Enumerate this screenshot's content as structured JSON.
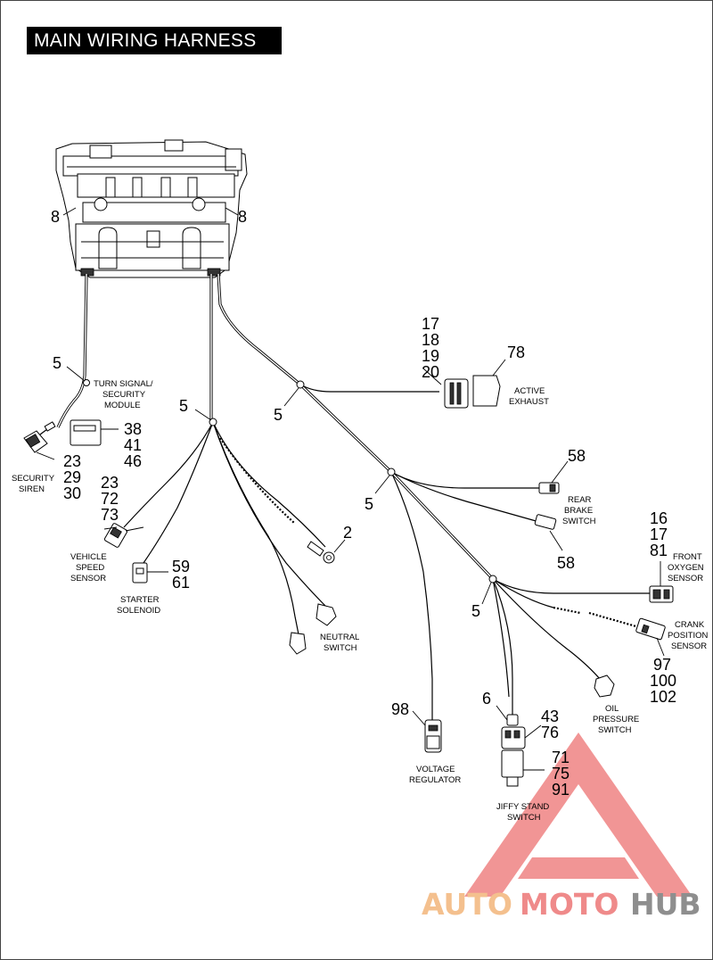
{
  "title": "MAIN WIRING HARNESS",
  "callouts": {
    "c8_left": "8",
    "c8_right": "8",
    "c5_turn": "5",
    "c5_left": "5",
    "c5_mid": "5",
    "c5_lower": "5",
    "c5_right": "5",
    "c17_top": "17",
    "c18": "18",
    "c19": "19",
    "c20": "20",
    "c78": "78",
    "c38": "38",
    "c41": "41",
    "c46": "46",
    "c23a": "23",
    "c29": "29",
    "c30": "30",
    "c23b": "23",
    "c72": "72",
    "c73": "73",
    "c59": "59",
    "c61": "61",
    "c2": "2",
    "c58_top": "58",
    "c58_bottom": "58",
    "c16": "16",
    "c17_ox": "17",
    "c81": "81",
    "c97": "97",
    "c100": "100",
    "c102": "102",
    "c98": "98",
    "c6": "6",
    "c43": "43",
    "c76": "76",
    "c71": "71",
    "c75": "75",
    "c91": "91"
  },
  "labels": {
    "turn_signal": [
      "TURN SIGNAL/",
      "SECURITY",
      "MODULE"
    ],
    "active_exhaust": [
      "ACTIVE",
      "EXHAUST"
    ],
    "security_siren": [
      "SECURITY",
      "SIREN"
    ],
    "vehicle_speed": [
      "VEHICLE",
      "SPEED",
      "SENSOR"
    ],
    "starter_solenoid": [
      "STARTER",
      "SOLENOID"
    ],
    "neutral_switch": [
      "NEUTRAL",
      "SWITCH"
    ],
    "rear_brake": [
      "REAR",
      "BRAKE",
      "SWITCH"
    ],
    "front_oxygen": [
      "FRONT",
      "OXYGEN",
      "SENSOR"
    ],
    "crank_position": [
      "CRANK",
      "POSITION",
      "SENSOR"
    ],
    "oil_pressure": [
      "OIL",
      "PRESSURE",
      "SWITCH"
    ],
    "voltage_regulator": [
      "VOLTAGE",
      "REGULATOR"
    ],
    "jiffy_stand": [
      "JIFFY STAND",
      "SWITCH"
    ]
  },
  "watermark": {
    "auto": "AUTO",
    "moto": "MOTO",
    "hub": "HUB",
    "colors": {
      "auto": "#f4c08e",
      "moto": "#ef8a8a",
      "hub": "#8e8e8e",
      "triangle": "#ef8a8a"
    }
  }
}
